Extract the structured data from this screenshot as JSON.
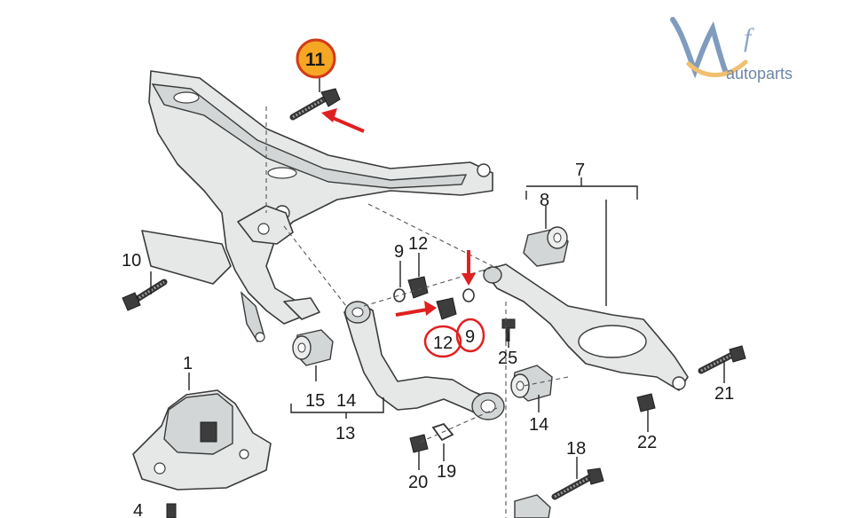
{
  "logo": {
    "mark_letters": "Wf",
    "text": "autoparts",
    "colors": {
      "primary": "#7f9cbf",
      "accent": "#f0c070"
    }
  },
  "callouts": {
    "highlight_color": "#e02020",
    "badge_color": "#f5a623",
    "highlighted_numbers": [
      "11",
      "12",
      "9"
    ]
  },
  "labels": {
    "p1": "1",
    "p4": "4",
    "p7": "7",
    "p8": "8",
    "p9a": "9",
    "p9b": "9",
    "p10": "10",
    "p11": "11",
    "p12a": "12",
    "p12b": "12",
    "p13": "13",
    "p14a": "14",
    "p14b": "14",
    "p15": "15",
    "p18": "18",
    "p19": "19",
    "p20": "20",
    "p21": "21",
    "p22": "22",
    "p25": "25"
  }
}
